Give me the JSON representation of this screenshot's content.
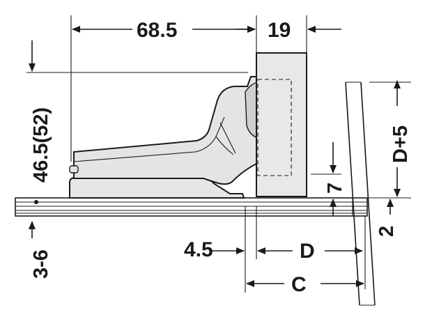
{
  "diagram": {
    "dimensions": {
      "arm_length": "68.5",
      "door_thickness": "19",
      "mounting_height": "46.5(52)",
      "door_offset": "D+5",
      "drill_depth": "7",
      "gap": "2",
      "plate_distance": "4.5",
      "d_value": "D",
      "c_value": "C",
      "panel_thickness": "3-6"
    },
    "colors": {
      "line": "#1a1a1a",
      "hinge_fill": "#e4e4e4",
      "hinge_shade": "#cfcfcf",
      "door_fill": "#e8e8e8",
      "panel_fill": "#ffffff"
    }
  }
}
